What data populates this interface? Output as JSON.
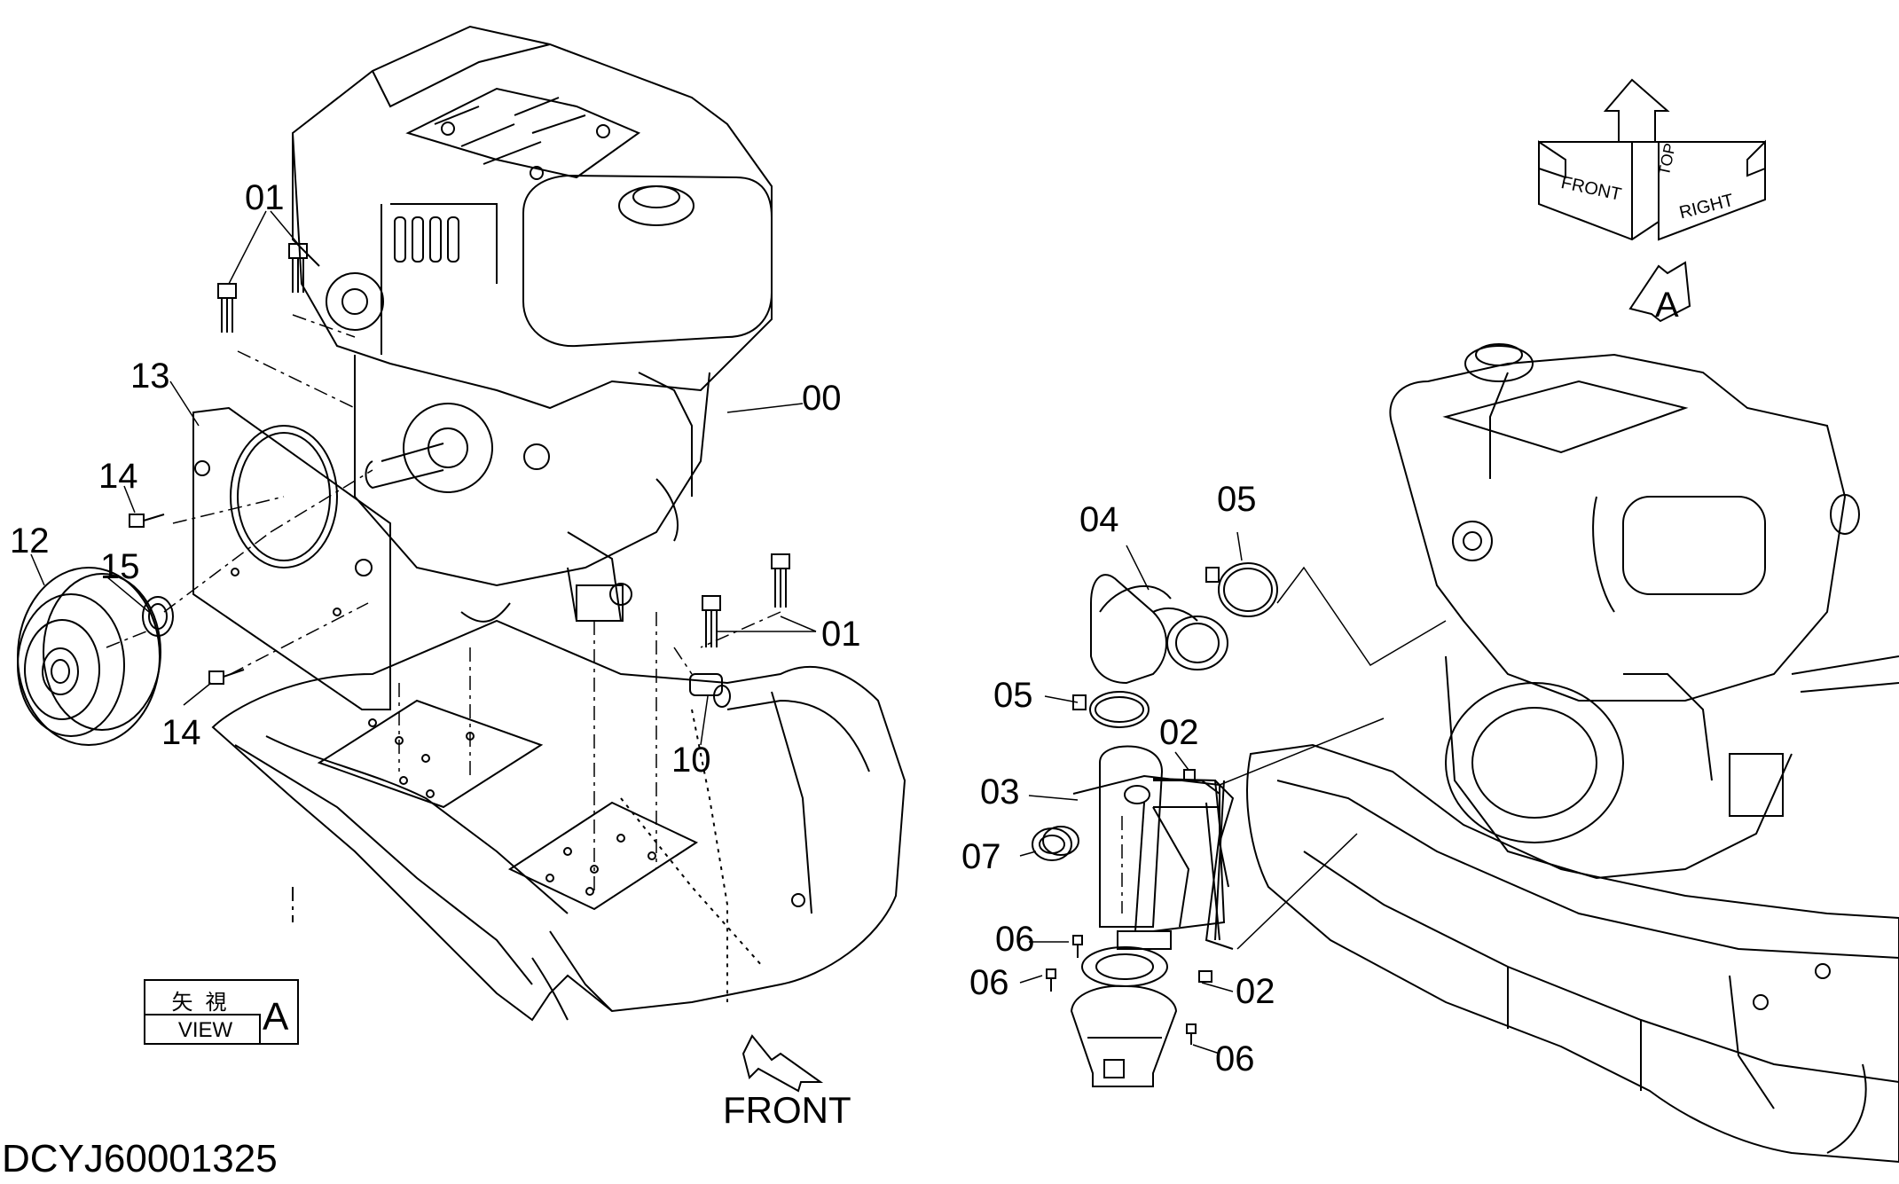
{
  "callouts": {
    "c00": "00",
    "c01_top": "01",
    "c01_right": "01",
    "c02_top": "02",
    "c02_bottom": "02",
    "c03": "03",
    "c04": "04",
    "c05_top": "05",
    "c05_left": "05",
    "c06_a": "06",
    "c06_b": "06",
    "c06_c": "06",
    "c07": "07",
    "c10": "10",
    "c12": "12",
    "c13": "13",
    "c14_top": "14",
    "c14_bottom": "14",
    "c15": "15"
  },
  "view_box": {
    "japanese": "矢視",
    "english": "VIEW",
    "letter": "A"
  },
  "arrow_view_letter": "A",
  "orientation_cube": {
    "front": "FRONT",
    "right": "RIGHT",
    "top": "TOP"
  },
  "front_label": "FRONT",
  "document_id": "DCYJ60001325"
}
